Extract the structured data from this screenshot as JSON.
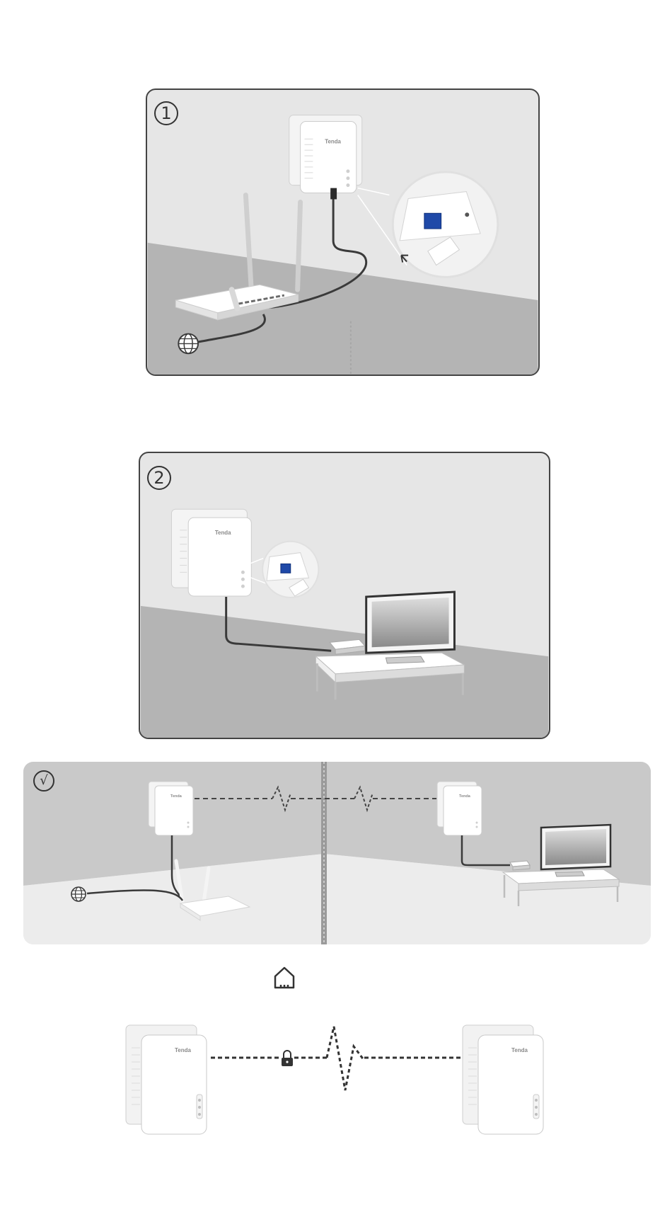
{
  "steps": [
    {
      "badge": "1",
      "brand": "Tenda"
    },
    {
      "badge": "2",
      "brand": "Tenda"
    },
    {
      "badge": "√",
      "brand_left": "Tenda",
      "brand_right": "Tenda"
    }
  ],
  "pairing": {
    "brand_left": "Tenda",
    "brand_right": "Tenda"
  },
  "icons": {
    "internet": "globe-icon",
    "home": "home-icon",
    "lock": "lock-icon",
    "signal": "zigzag-signal-icon",
    "check": "check-mark-icon"
  },
  "colors": {
    "wall": "#e6e6e6",
    "floor": "#b4b4b4",
    "frame": "#444444",
    "cable": "#3a3a3a",
    "port": "#1f49a8"
  }
}
